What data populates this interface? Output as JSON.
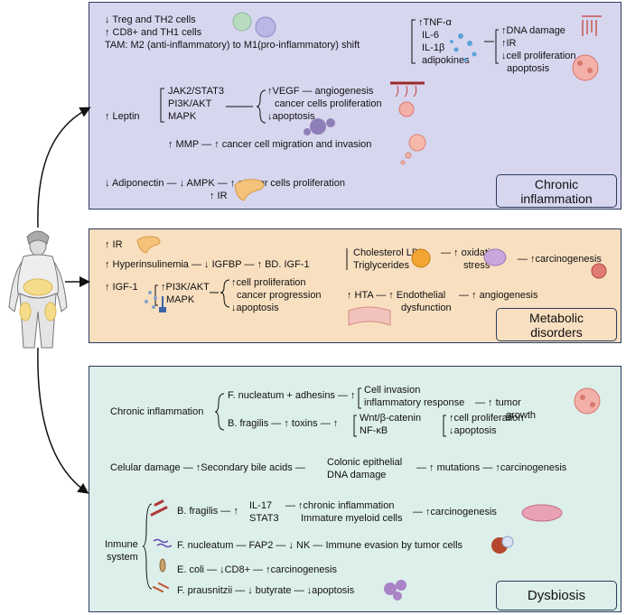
{
  "panels": {
    "chronic": {
      "title": "Chronic\ninflammation",
      "line1": "↓ Treg and TH2 cells",
      "line2": "↑ CD8+ and TH1 cells",
      "line3": "TAM: M2 (anti-inflammatory) to M1(pro-inflammatory) shift",
      "cytokines": [
        "↑TNF-α",
        "IL-6",
        "IL-1β",
        "adipokines"
      ],
      "cyto_effects": [
        "↑DNA damage",
        "↑IR",
        "↓cell proliferation",
        "apoptosis"
      ],
      "leptin": "↑ Leptin",
      "leptin_paths": [
        "JAK2/STAT3",
        "PI3K/AKT",
        "MAPK"
      ],
      "leptin_effects": [
        "↑VEGF — angiogenesis",
        "cancer cells proliferation",
        "↓apoptosis"
      ],
      "mmp": "↑ MMP  — ↑ cancer cell migration and invasion",
      "adipo": "↓ Adiponectin — ↓ AMPK — ↑ cancer cells proliferation",
      "adipo_ir": "↑ IR"
    },
    "metabolic": {
      "title": "Metabolic\ndisorders",
      "ir": "↑ IR",
      "hyper": "↑ Hyperinsulinemia — ↓ IGFBP — ↑ BD. IGF-1",
      "igf1": "↑ IGF-1",
      "igf_paths": [
        "↑PI3K/AKT",
        "MAPK"
      ],
      "igf_effects": [
        "↑cell proliferation",
        "cancer progression",
        "↓apoptosis"
      ],
      "chol": [
        "Cholesterol LDL",
        "Triglycerides"
      ],
      "oxidative": [
        "— ↑ oxidative",
        "stress"
      ],
      "carcino": "— ↑carcinogenesis",
      "hta": "↑ HTA — ↑ Endothelial",
      "hta2": "dysfunction",
      "angio": "— ↑ angiogenesis"
    },
    "dysbiosis": {
      "title": "Dysbiosis",
      "chronic_label": "Chronic inflammation",
      "fnuc_line": "F. nucleatum + adhesins — ↑",
      "fnuc_effects": [
        "Cell invasion",
        "inflammatory response"
      ],
      "tumor": [
        "— ↑ tumor",
        "growth"
      ],
      "bfrag_line": "B. fragilis — ↑ toxins — ↑",
      "bfrag_paths": [
        "Wnt/β-catenin",
        "NF-κB"
      ],
      "bfrag_effects": [
        "↑cell proliferation",
        "↓apoptosis"
      ],
      "celular": "Celular damage — ↑Secondary bile acids —",
      "colonic": [
        "Colonic epithelial",
        "DNA damage"
      ],
      "mutations": "— ↑ mutations  — ↑carcinogenesis",
      "immune_label": [
        "Inmune",
        "system"
      ],
      "bf2": "B. fragilis — ↑",
      "bf2_paths": [
        "IL-17",
        "STAT3"
      ],
      "bf2_effects": [
        "— ↑chronic inflammation",
        "Immature myeloid cells"
      ],
      "bf2_result": "— ↑carcinogenesis",
      "fn2": "F. nucleatum — FAP2 — ↓ NK — Immune evasion by tumor cells",
      "ecoli": "E. coli — ↓CD8+ — ↑carcinogenesis",
      "fpraus": "F. prausnitzii — ↓ butyrate — ↓apoptosis"
    }
  },
  "colors": {
    "chronic_bg": "#d7d6ef",
    "metabolic_bg": "#f8dfc0",
    "dysbiosis_bg": "#dcefea",
    "border": "#2b3a5c"
  }
}
